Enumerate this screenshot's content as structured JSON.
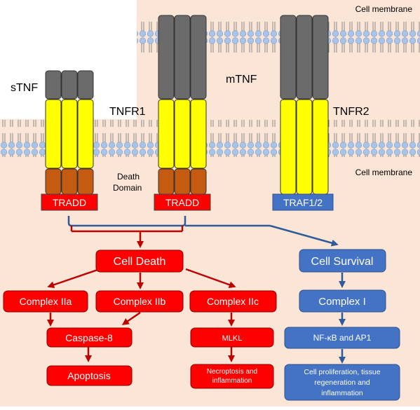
{
  "labels": {
    "cell_membrane_top": "Cell membrane",
    "cell_membrane_bottom": "Cell membrane",
    "stnf": "sTNF",
    "mtnf": "mTNF",
    "tnfr1": "TNFR1",
    "tnfr2": "TNFR2",
    "death_domain_line1": "Death",
    "death_domain_line2": "Domain"
  },
  "adaptors": {
    "tradd_left": "TRADD",
    "tradd_middle": "TRADD",
    "traf": "TRAF1/2"
  },
  "death_pathway": {
    "cell_death": "Cell Death",
    "complex_iia": "Complex IIa",
    "complex_iib": "Complex IIb",
    "complex_iic": "Complex IIc",
    "caspase8": "Caspase-8",
    "mlkl": "MLKL",
    "apoptosis": "Apoptosis",
    "necroptosis_line1": "Necroptosis and",
    "necroptosis_line2": "inflammation"
  },
  "survival_pathway": {
    "cell_survival": "Cell Survival",
    "complex_i": "Complex I",
    "nfkb": "NF-κB and AP1",
    "proliferation_line1": "Cell proliferation, tissue",
    "proliferation_line2": "regeneration and",
    "proliferation_line3": "inflammation"
  },
  "colors": {
    "background": "#fbe5d6",
    "membrane_bead": "#a8c4e8",
    "membrane_tail": "#8a8a8a",
    "tnf_grey": "#6b6b6b",
    "receptor_yellow": "#ffff00",
    "death_domain": "#c55a11",
    "death_red": "#ff0000",
    "survival_blue": "#4472c4",
    "arrow_red": "#c00000",
    "arrow_blue": "#2e5c9a"
  }
}
